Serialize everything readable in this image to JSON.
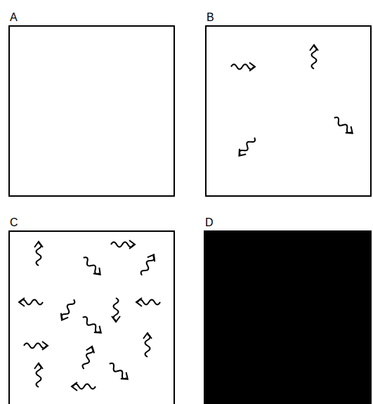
{
  "diagram": {
    "nodes": [
      {
        "text": [
          "A"
        ]
      },
      {
        "text": [
          "B"
        ]
      },
      {
        "text": [
          "C"
        ]
      },
      {
        "text": [
          "D"
        ]
      }
    ]
  }
}
